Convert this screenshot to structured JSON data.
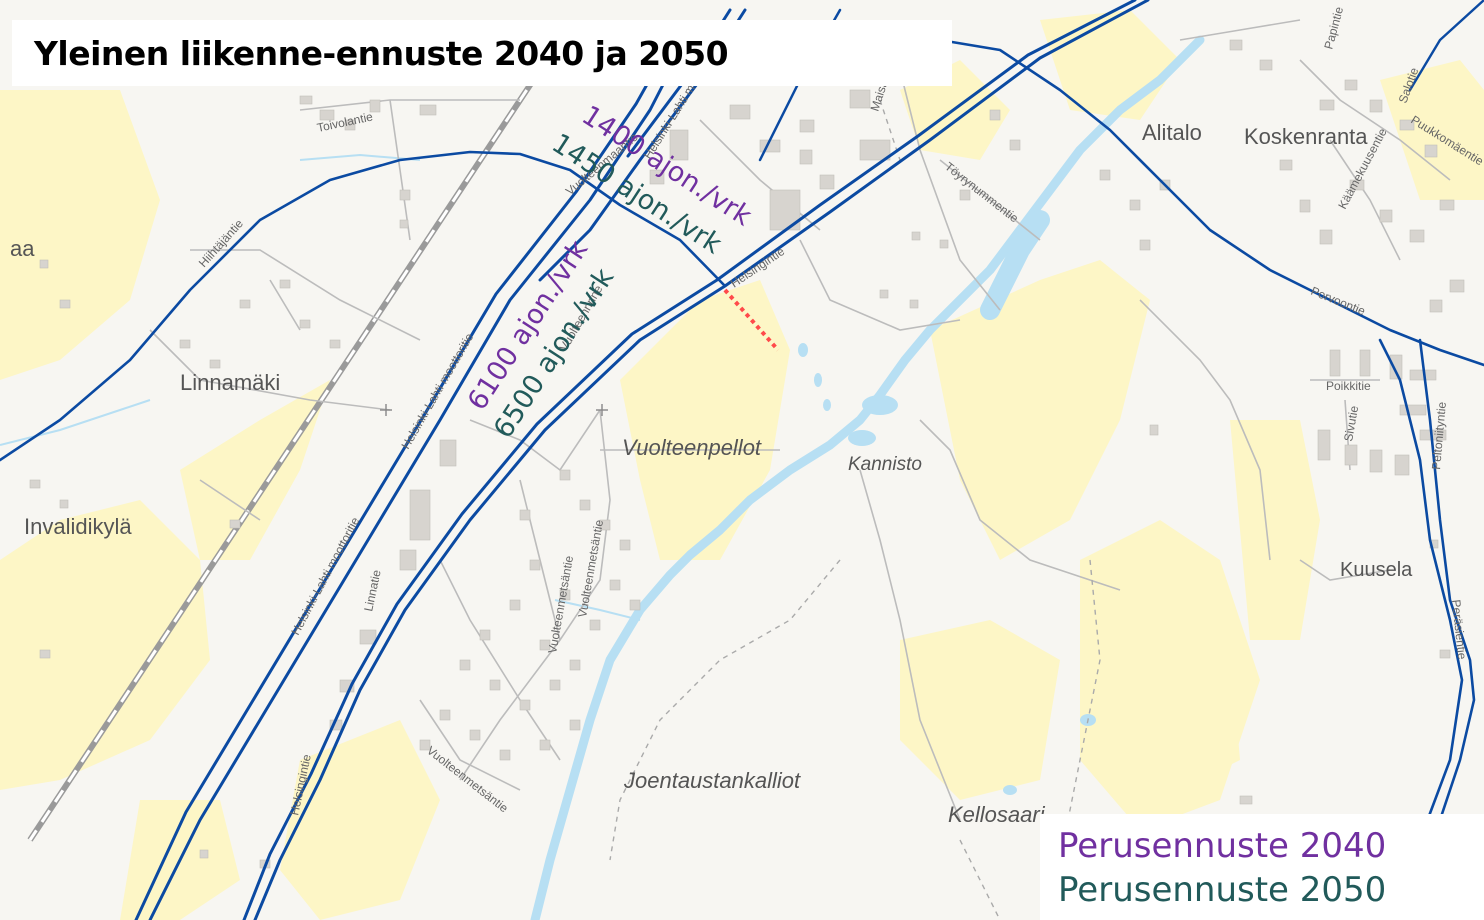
{
  "title": "Yleinen liikenne-ennuste 2040 ja 2050",
  "legend": [
    {
      "label": "Perusennuste 2040",
      "color": "#7030a0"
    },
    {
      "label": "Perusennuste 2050",
      "color": "#215a5a"
    }
  ],
  "traffic_labels": {
    "north_2040": "1400 ajon./vrk",
    "north_2050": "1450 ajon./vrk",
    "south_2040": "6100 ajon./vrk",
    "south_2050": "6500 ajon./vrk"
  },
  "place_names": {
    "linnamaki": "Linnamäki",
    "invalidikyla": "Invalidikylä",
    "vuolteenpellot": "Vuolteenpellot",
    "kannisto": "Kannisto",
    "joentaustankalliot": "Joentaustankalliot",
    "kellosaari": "Kellosaari",
    "alitalo": "Alitalo",
    "koskenranta": "Koskenranta",
    "kuusela": "Kuusela",
    "aa": "aa"
  },
  "road_names": {
    "toivolantie": "Toivolantie",
    "maisa": "Maisa",
    "toyrynummentie": "Töyrynummentie",
    "papintie": "Papintie",
    "salotie": "Salotie",
    "puukkomaentie": "Puukkomäentie",
    "kaamekuusentie": "Käämekuusentie",
    "porvoontie": "Porvoontie",
    "poikkitie": "Poikkitie",
    "sivutie": "Sivutie",
    "peltoniityntie": "Peltoniityntie",
    "helsingintie_top": "Helsingintie",
    "helsingintie_bottom": "Helsingintie",
    "hiihtajantie": "Hiihtäjäntie",
    "motorway1": "Helsinki-Lahti moottoritie",
    "motorway2": "Helsinki-Lahti moottoritie",
    "motorway3": "Helsinki-Lahti moottoritie",
    "vuolteenmaantie": "Vuolteenmaantie",
    "vuolteenrinne": "Vuolteenrinne",
    "vuolteenmetsantie1": "Vuolteenmetsäntie",
    "vuolteenmetsantie2": "Vuolteenmetsäntie",
    "vuolteenmetsantie3": "Vuolteenmetsäntie",
    "linnatie": "Linnatie",
    "perasientie": "Peräsientie"
  },
  "colors": {
    "road_blue": "#0b4aa2",
    "field_yellow": "#fdf6c4",
    "water_blue": "#b7dff3",
    "measure_red": "#ff4a4a",
    "local_road": "#b9b9b9"
  }
}
